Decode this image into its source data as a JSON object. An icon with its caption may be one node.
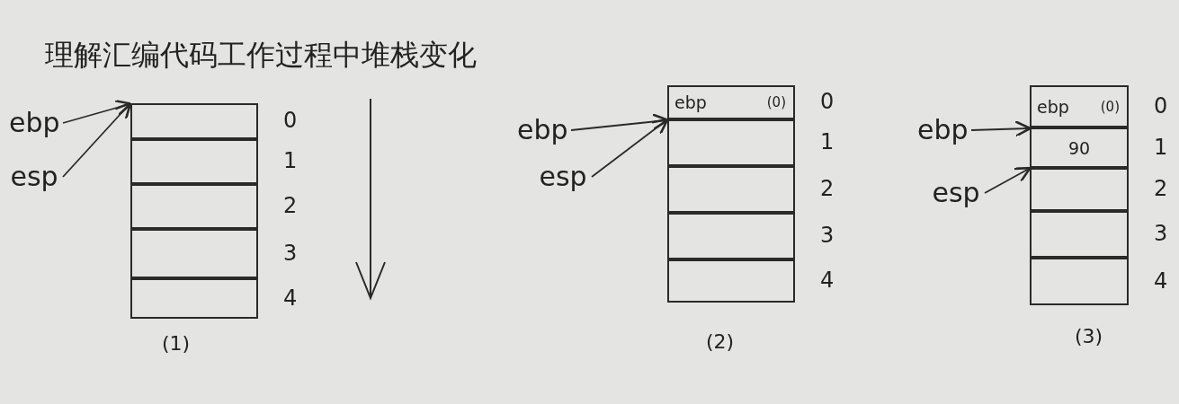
{
  "diagram": {
    "title": "理解汇编代码工作过程中堆栈变化",
    "nodes": [
      {
        "text": [
          "ebp"
        ]
      },
      {
        "text": [
          "esp"
        ]
      },
      {
        "text": [],
        "shape": "box",
        "beside": [
          "0"
        ]
      },
      {
        "text": [],
        "shape": "box",
        "beside": [
          "1"
        ]
      },
      {
        "text": [],
        "shape": "box",
        "beside": [
          "2"
        ]
      },
      {
        "text": [],
        "shape": "box",
        "beside": [
          "3"
        ]
      },
      {
        "text": [],
        "shape": "box",
        "beside": [
          "4"
        ]
      },
      {
        "text": [
          "ebp"
        ]
      },
      {
        "text": [
          "esp"
        ]
      },
      {
        "text": [
          "ebp",
          "(0)"
        ],
        "beside": [
          "0"
        ]
      },
      {
        "text": [],
        "shape": "box",
        "beside": [
          "1"
        ]
      },
      {
        "text": [],
        "shape": "box",
        "beside": [
          "2"
        ]
      },
      {
        "text": [],
        "shape": "box",
        "beside": [
          "3"
        ]
      },
      {
        "text": [],
        "shape": "box",
        "beside": [
          "4"
        ]
      },
      {
        "text": [
          "ebp"
        ]
      },
      {
        "text": [
          "esp"
        ]
      },
      {
        "text": [
          "ebp",
          "(0)"
        ],
        "beside": [
          "0"
        ]
      },
      {
        "text": [
          "90"
        ],
        "beside": [
          "1"
        ]
      },
      {
        "text": [],
        "shape": "box",
        "beside": [
          "2"
        ]
      },
      {
        "text": [],
        "shape": "box",
        "beside": [
          "3"
        ]
      },
      {
        "text": [],
        "shape": "box",
        "beside": [
          "4"
        ]
      }
    ],
    "edges": [
      {
        "from": 0,
        "to": 2,
        "arrow": "to"
      },
      {
        "from": 1,
        "to": 2,
        "arrow": "to"
      },
      {
        "from": 7,
        "to": 10,
        "arrow": "to"
      },
      {
        "from": 8,
        "to": 10,
        "arrow": "to"
      },
      {
        "from": 14,
        "to": 17,
        "arrow": "to"
      },
      {
        "from": 15,
        "to": 18,
        "arrow": "to"
      }
    ],
    "labels": [
      "(1)",
      "(2)",
      "(3)"
    ]
  }
}
